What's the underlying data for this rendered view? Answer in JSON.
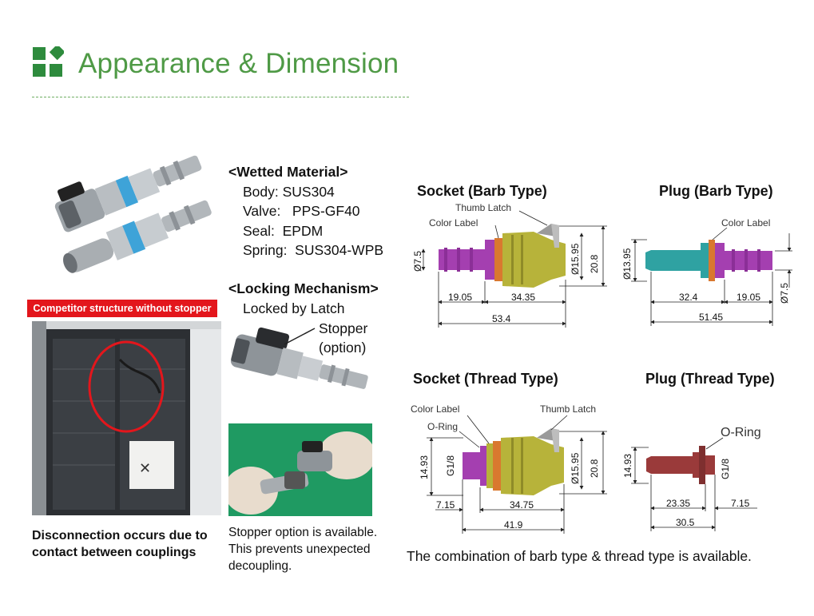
{
  "header": {
    "title": "Appearance & Dimension",
    "accent_color": "#4f9a46"
  },
  "left": {
    "banner": "Competitor structure without stopper",
    "caption": [
      "Disconnection occurs due to",
      "contact between couplings"
    ]
  },
  "materials": {
    "heading": "<Wetted Material>",
    "lines": [
      "Body: SUS304",
      "Valve:   PPS-GF40",
      "Seal:  EPDM",
      "Spring:  SUS304-WPB"
    ]
  },
  "locking": {
    "heading": "<Locking Mechanism>",
    "line": "Locked by Latch",
    "stopper": [
      "Stopper",
      "(option)"
    ],
    "note": [
      "Stopper option is available.",
      "This prevents unexpected",
      "decoupling."
    ]
  },
  "diagrams": {
    "socket_barb": {
      "title": "Socket (Barb Type)",
      "labels": {
        "thumb_latch": "Thumb Latch",
        "color_label": "Color Label"
      },
      "dims": {
        "d_left": "Ø7.5",
        "d_right": "Ø15.95",
        "height": "20.8",
        "len_a": "19.05",
        "len_b": "34.35",
        "total": "53.4"
      }
    },
    "plug_barb": {
      "title": "Plug (Barb Type)",
      "labels": {
        "color_label": "Color Label"
      },
      "dims": {
        "d_left": "Ø13.95",
        "d_right": "Ø7.5",
        "len_a": "32.4",
        "len_b": "19.05",
        "total": "51.45"
      }
    },
    "socket_thread": {
      "title": "Socket (Thread Type)",
      "labels": {
        "color_label": "Color Label",
        "o_ring": "O-Ring",
        "thumb_latch": "Thumb Latch"
      },
      "dims": {
        "left_h": "14.93",
        "thread": "G1/8",
        "d_right": "Ø15.95",
        "height": "20.8",
        "len_a": "7.15",
        "len_b": "34.75",
        "total": "41.9"
      }
    },
    "plug_thread": {
      "title": "Plug (Thread Type)",
      "labels": {
        "o_ring": "O-Ring"
      },
      "dims": {
        "left_h": "14.93",
        "thread": "G1/8",
        "len_a": "23.35",
        "len_b": "7.15",
        "total": "30.5"
      }
    },
    "note": "The combination of barb type & thread type is available."
  },
  "colors": {
    "magenta": "#a43fb0",
    "olive": "#b7b33a",
    "orange": "#d9782f",
    "teal": "#2fa2a2",
    "maroon": "#9a3a3a",
    "blue_band": "#3ea3d8",
    "red": "#e3161c"
  }
}
